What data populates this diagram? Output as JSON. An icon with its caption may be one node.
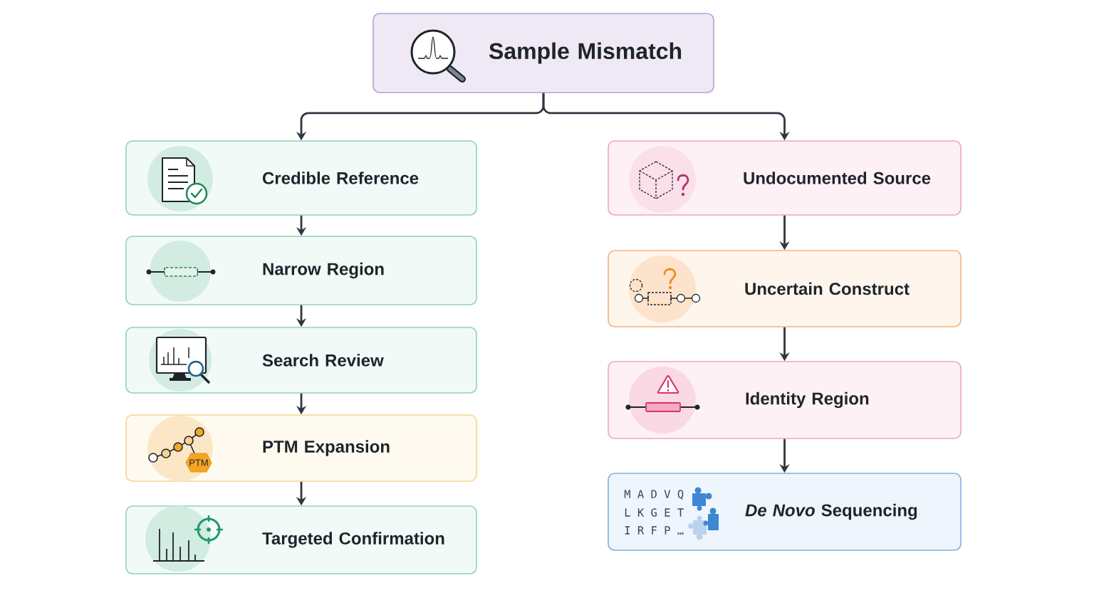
{
  "diagram": {
    "nodes": [
      {
        "text": [
          "Sample Mismatch"
        ]
      },
      {
        "text": [
          "Credible Reference"
        ]
      },
      {
        "text": [
          "Narrow Region"
        ]
      },
      {
        "text": [
          "Search Review"
        ]
      },
      {
        "text": [
          "PTM Expansion"
        ]
      },
      {
        "text": [
          "Targeted Confirmation"
        ]
      },
      {
        "text": [
          "Undocumented Source"
        ]
      },
      {
        "text": [
          "Uncertain Construct"
        ]
      },
      {
        "text": [
          "Identity Region"
        ]
      },
      {
        "text": [
          "*De Novo* Sequencing"
        ]
      }
    ],
    "edges": [
      {
        "from": 0,
        "to": 1,
        "arrow": "to"
      },
      {
        "from": 0,
        "to": 6,
        "arrow": "to"
      },
      {
        "from": 1,
        "to": 2,
        "arrow": "to"
      },
      {
        "from": 2,
        "to": 3,
        "arrow": "to"
      },
      {
        "from": 3,
        "to": 4,
        "arrow": "to"
      },
      {
        "from": 4,
        "to": 5,
        "arrow": "to"
      },
      {
        "from": 6,
        "to": 7,
        "arrow": "to"
      },
      {
        "from": 7,
        "to": 8,
        "arrow": "to"
      },
      {
        "from": 8,
        "to": 9,
        "arrow": "to"
      }
    ],
    "labels": [
      "PTM",
      "M A D V Q",
      "L K G E T",
      "I R F P …"
    ]
  }
}
